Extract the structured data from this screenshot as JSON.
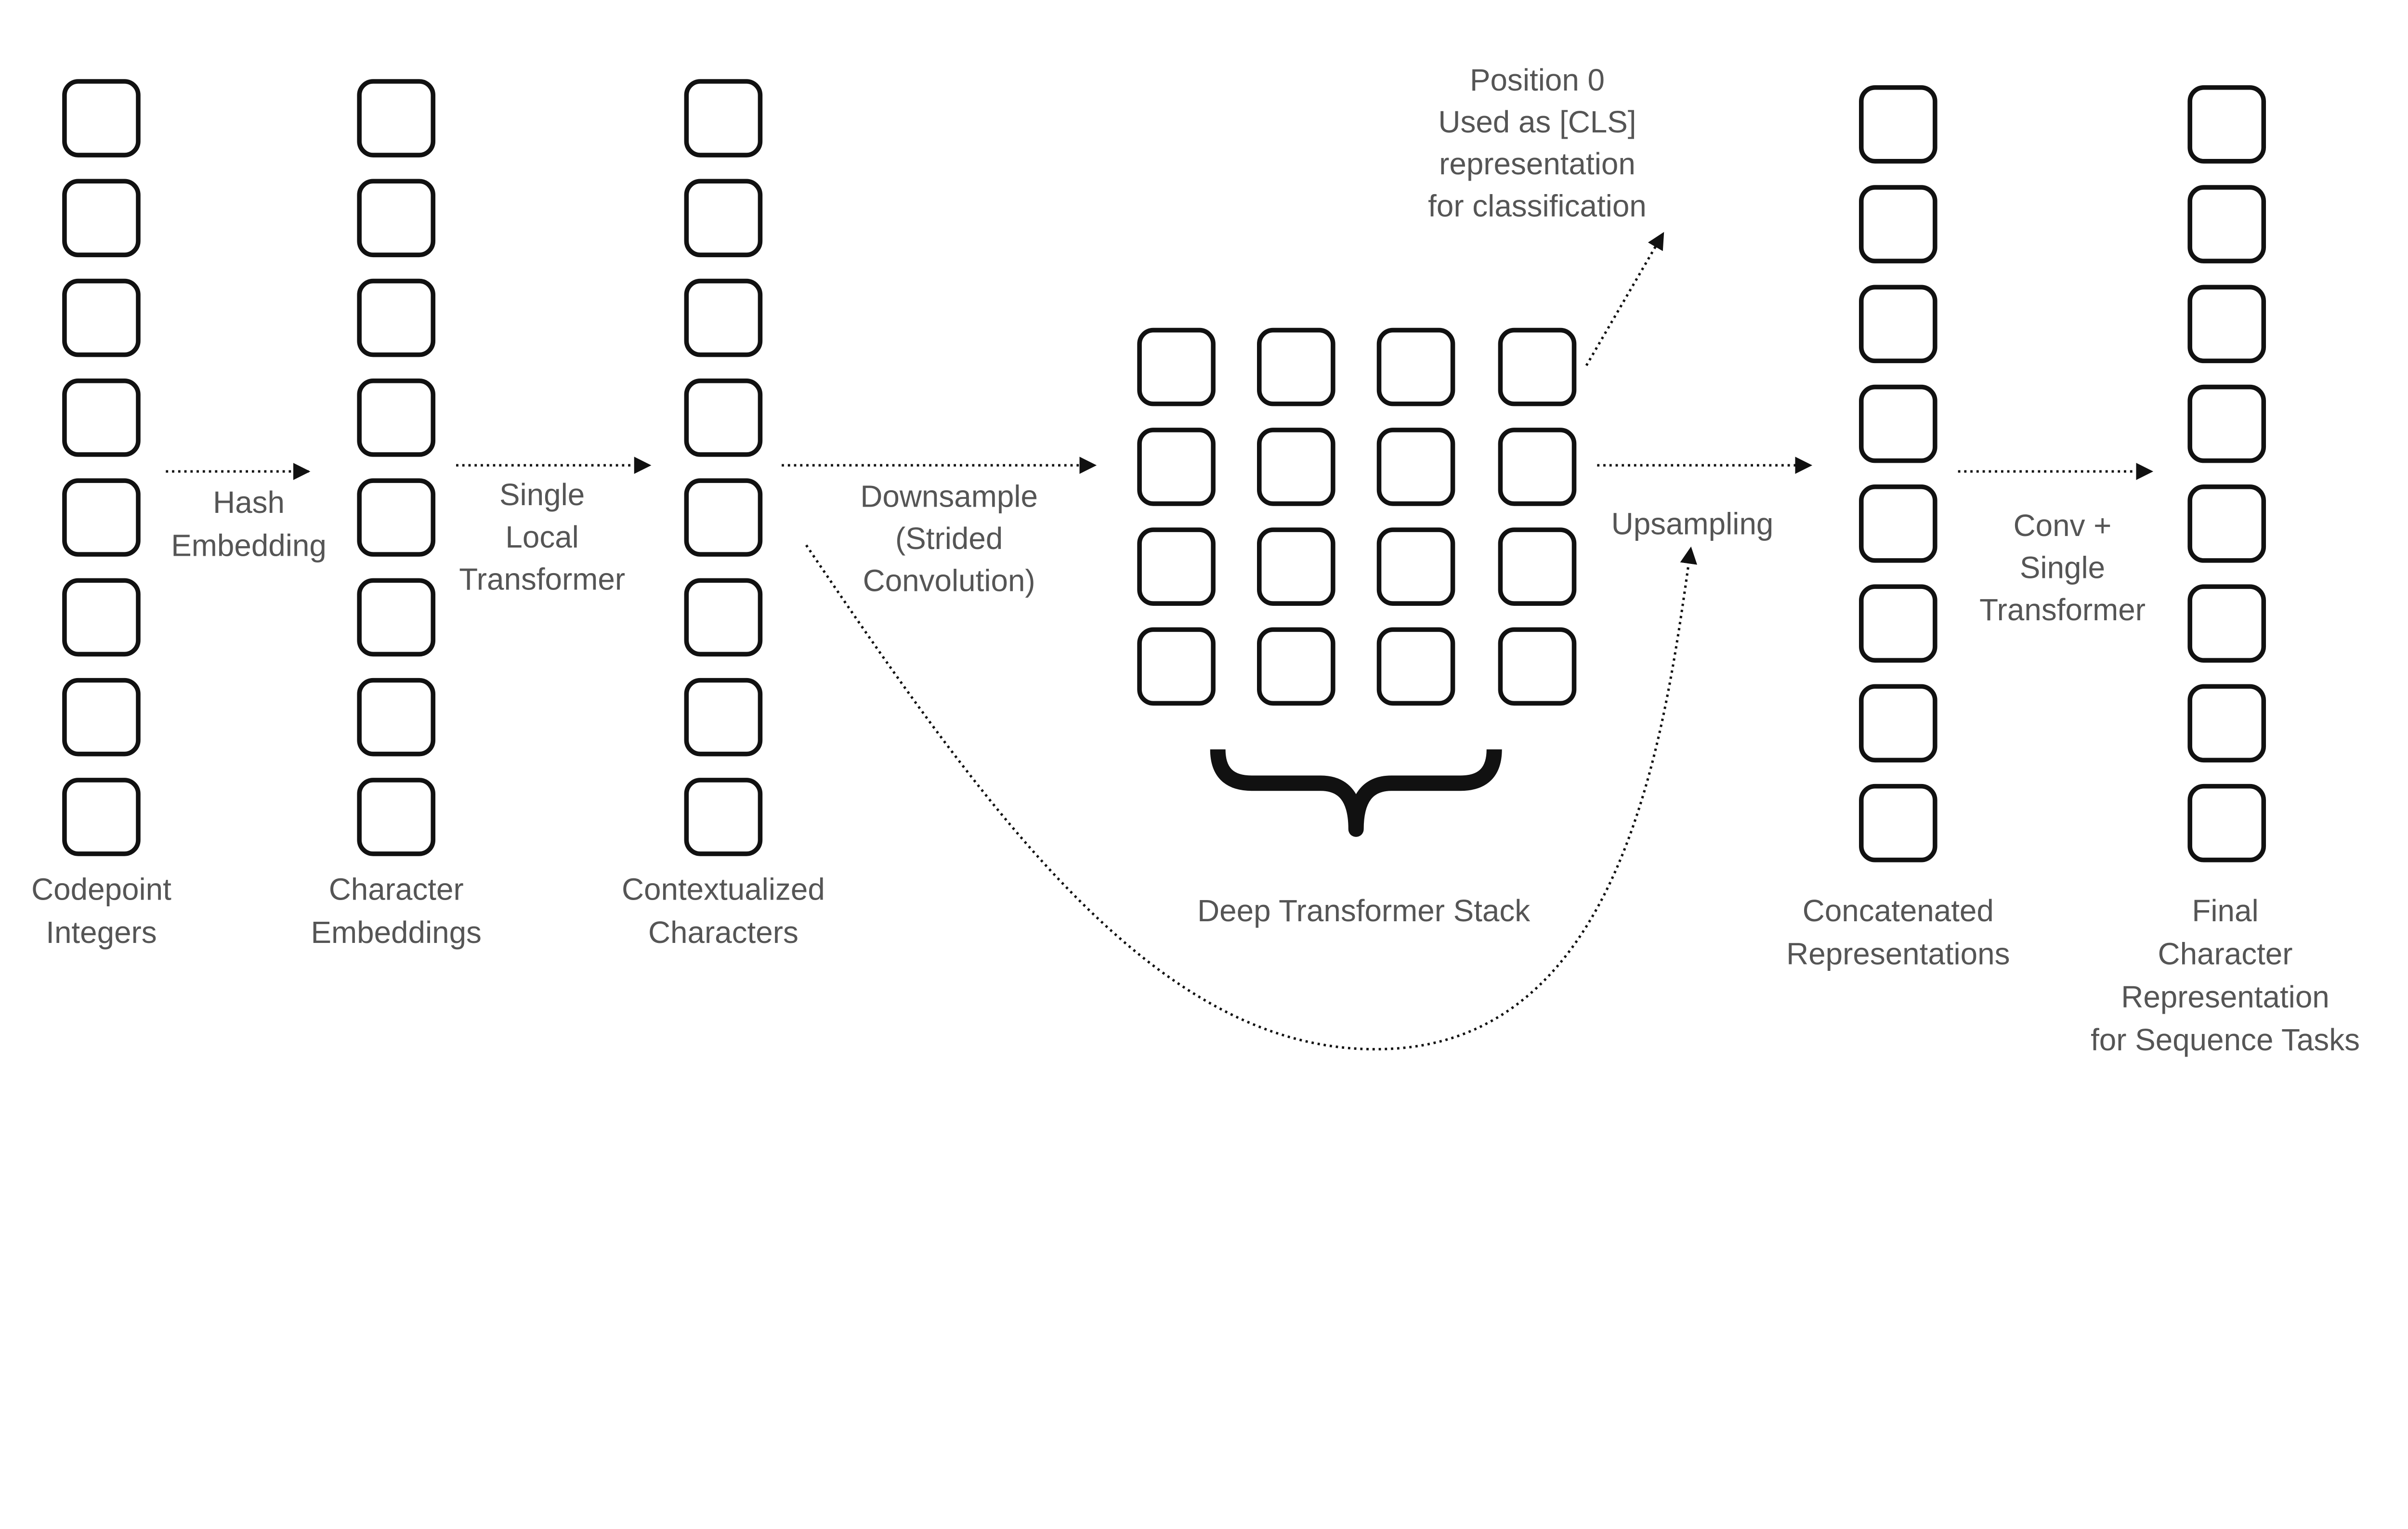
{
  "columns": [
    {
      "id": "codepoint",
      "label": [
        "Codepoint",
        "Integers"
      ]
    },
    {
      "id": "char-emb",
      "label": [
        "Character",
        "Embeddings"
      ]
    },
    {
      "id": "contextualized",
      "label": [
        "Contextualized",
        "Characters"
      ]
    },
    {
      "id": "concat",
      "label": [
        "Concatenated",
        "Representations"
      ]
    },
    {
      "id": "final",
      "label": [
        "Final",
        "Character",
        "Representation",
        "for Sequence Tasks"
      ]
    }
  ],
  "steps": {
    "hash": [
      "Hash",
      "Embedding"
    ],
    "local": [
      "Single",
      "Local",
      "Transformer"
    ],
    "downsample": [
      "Downsample",
      "(Strided",
      "Convolution)"
    ],
    "upsample": [
      "Upsampling"
    ],
    "conv": [
      "Conv +",
      "Single",
      "Transformer"
    ]
  },
  "cls_note": [
    "Position 0",
    "Used as [CLS]",
    "representation",
    "for classification"
  ],
  "stack_label": "Deep Transformer Stack",
  "colors": {
    "stroke": "#111111",
    "text": "#555555"
  }
}
